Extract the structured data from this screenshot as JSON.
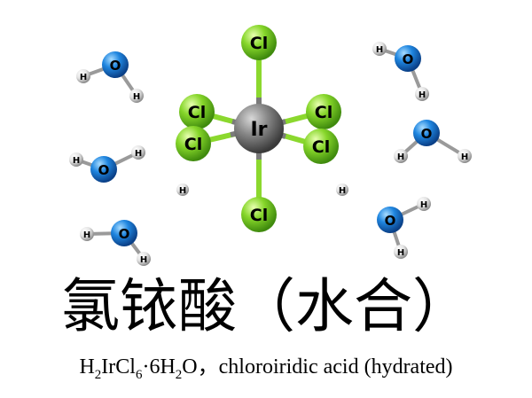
{
  "title_cn": "氯铱酸（水合）",
  "formula": {
    "parts": [
      {
        "t": "H"
      },
      {
        "s": "2"
      },
      {
        "t": "IrCl"
      },
      {
        "s": "6"
      },
      {
        "t": "·6H"
      },
      {
        "s": "2"
      },
      {
        "t": "O"
      }
    ]
  },
  "separator": "，",
  "name_en": "chloroiridic acid (hydrated)",
  "atoms": {
    "central": "Ir",
    "ligand": "Cl",
    "water_o": "O",
    "water_h": "H",
    "proton": "H"
  },
  "colors": {
    "ir": "#707070",
    "cl": "#7fd321",
    "o": "#1a78d0",
    "h": "#e6e6e6",
    "bond_ir": "#7a7a7a",
    "bond_cl": "#8bd82e",
    "text": "#000000"
  }
}
